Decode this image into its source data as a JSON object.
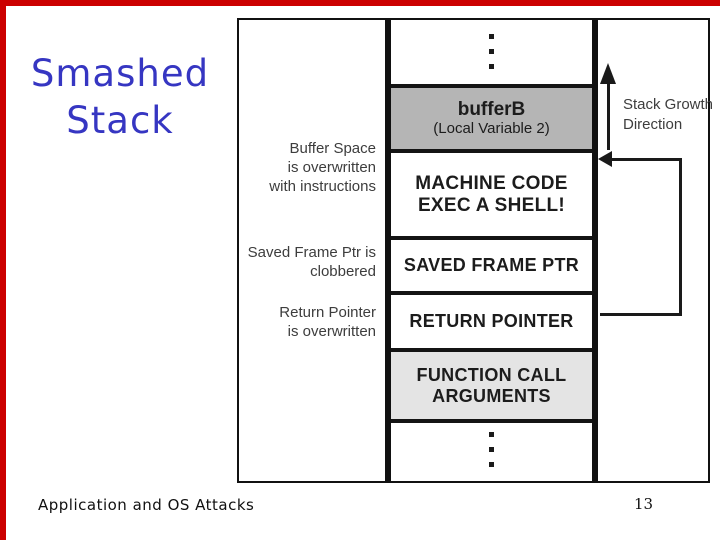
{
  "slide": {
    "title": {
      "line1": "Smashed",
      "line2": "Stack"
    },
    "footer_text": "Application and OS Attacks",
    "page_number": "13"
  },
  "colors": {
    "accent_red": "#cc0000",
    "title_blue": "#3636c2",
    "buffer_fill": "#b5b5b5",
    "args_fill": "#e4e4e4",
    "ink": "#1c1c1c",
    "label_ink": "#3d3d3d"
  },
  "icons": {
    "vertical_ellipsis_top": "vertical-ellipsis",
    "vertical_ellipsis_bottom": "vertical-ellipsis",
    "stack_growth_arrow": "up-arrow",
    "return_pointer_arrow": "left-loop-arrow"
  },
  "diagram": {
    "stack": {
      "bufferB": {
        "title": "bufferB",
        "subtitle": "(Local Variable 2)"
      },
      "machine_code": {
        "line1": "MACHINE CODE",
        "line2": "EXEC A SHELL!"
      },
      "saved_frame_ptr": {
        "line1": "SAVED FRAME PTR"
      },
      "return_pointer": {
        "line1": "RETURN POINTER"
      },
      "function_args": {
        "line1": "FUNCTION CALL",
        "line2": "ARGUMENTS"
      }
    },
    "labels": {
      "buffer_space": {
        "line1": "Buffer Space",
        "line2": "is overwritten",
        "line3": "with instructions"
      },
      "saved_frame": {
        "line1": "Saved Frame Ptr is",
        "line2": "clobbered"
      },
      "return_ptr": {
        "line1": "Return Pointer",
        "line2": "is overwritten"
      }
    },
    "stack_growth": {
      "line1": "Stack Growth",
      "line2": "Direction"
    }
  }
}
